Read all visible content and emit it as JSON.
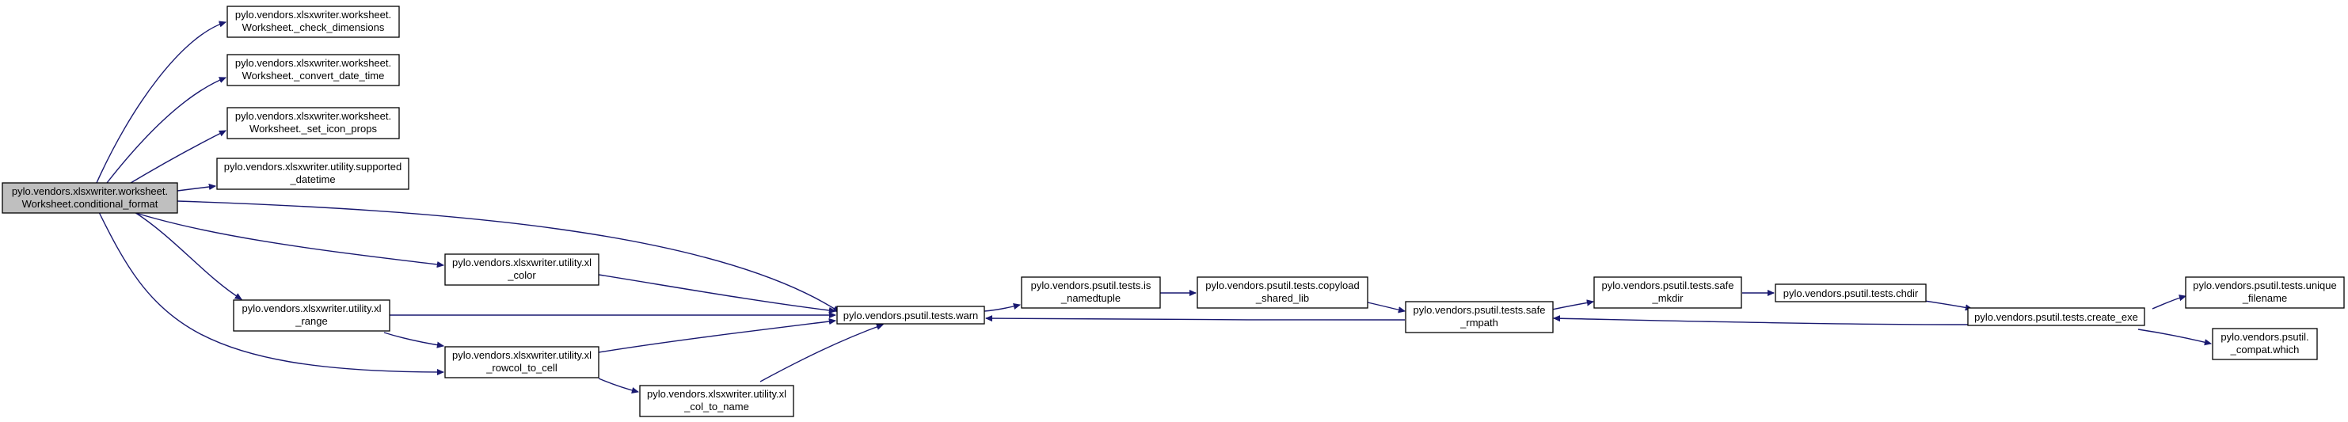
{
  "colors": {
    "edge": "#191970",
    "node_fill": "#ffffff",
    "highlight_fill": "#bfbfbf",
    "border": "#000000"
  },
  "nodes": {
    "conditional_format": [
      "pylo.vendors.xlsxwriter.worksheet.",
      "Worksheet.conditional_format"
    ],
    "check_dimensions": [
      "pylo.vendors.xlsxwriter.worksheet.",
      "Worksheet._check_dimensions"
    ],
    "convert_date_time": [
      "pylo.vendors.xlsxwriter.worksheet.",
      "Worksheet._convert_date_time"
    ],
    "set_icon_props": [
      "pylo.vendors.xlsxwriter.worksheet.",
      "Worksheet._set_icon_props"
    ],
    "supported_datetime": [
      "pylo.vendors.xlsxwriter.utility.supported",
      "_datetime"
    ],
    "xl_color": [
      "pylo.vendors.xlsxwriter.utility.xl",
      "_color"
    ],
    "xl_range": [
      "pylo.vendors.xlsxwriter.utility.xl",
      "_range"
    ],
    "xl_rowcol_to_cell": [
      "pylo.vendors.xlsxwriter.utility.xl",
      "_rowcol_to_cell"
    ],
    "xl_col_to_name": [
      "pylo.vendors.xlsxwriter.utility.xl",
      "_col_to_name"
    ],
    "warn": [
      "pylo.vendors.psutil.tests.warn"
    ],
    "is_namedtuple": [
      "pylo.vendors.psutil.tests.is",
      "_namedtuple"
    ],
    "copyload_shared_lib": [
      "pylo.vendors.psutil.tests.copyload",
      "_shared_lib"
    ],
    "safe_rmpath": [
      "pylo.vendors.psutil.tests.safe",
      "_rmpath"
    ],
    "safe_mkdir": [
      "pylo.vendors.psutil.tests.safe",
      "_mkdir"
    ],
    "chdir": [
      "pylo.vendors.psutil.tests.chdir"
    ],
    "create_exe": [
      "pylo.vendors.psutil.tests.create_exe"
    ],
    "unique_filename": [
      "pylo.vendors.psutil.tests.unique",
      "_filename"
    ],
    "compat_which": [
      "pylo.vendors.psutil.",
      "_compat.which"
    ]
  }
}
